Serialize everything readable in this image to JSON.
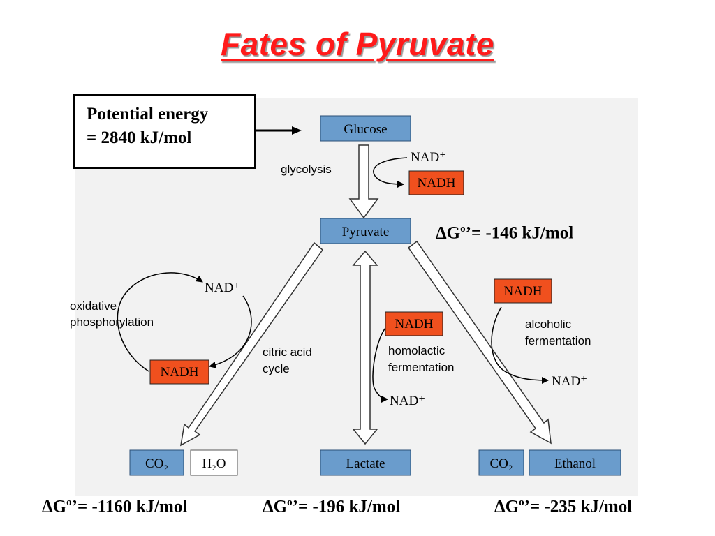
{
  "title": "Fates of Pyruvate",
  "energy_box": {
    "line1": "Potential energy",
    "line2": "= 2840 kJ/mol"
  },
  "nodes": {
    "glucose": "Glucose",
    "pyruvate": "Pyruvate",
    "lactate": "Lactate",
    "ethanol": "Ethanol",
    "co2_left": "CO₂",
    "h2o": "H₂O",
    "co2_right": "CO₂"
  },
  "cofactors": {
    "nad_plus": "NAD⁺",
    "nadh": "NADH"
  },
  "process_labels": {
    "glycolysis": "glycolysis",
    "oxidative_line1": "oxidative",
    "oxidative_line2": "phosphorylation",
    "citric_line1": "citric acid",
    "citric_line2": "cycle",
    "homolactic_line1": "homolactic",
    "homolactic_line2": "fermentation",
    "alcoholic_line1": "alcoholic",
    "alcoholic_line2": "fermentation"
  },
  "delta_g": {
    "symbol": "ΔG",
    "superscript": "o",
    "glycolysis": "’= -146 kJ/mol",
    "citric": "’= -1160 kJ/mol",
    "homolactic": "’= -196 kJ/mol",
    "alcoholic": "’= -235 kJ/mol"
  },
  "colors": {
    "title": "#ff1a1a",
    "blue_box": "#6a9ccc",
    "orange_box": "#f0501e",
    "panel": "#f2f2f2"
  }
}
